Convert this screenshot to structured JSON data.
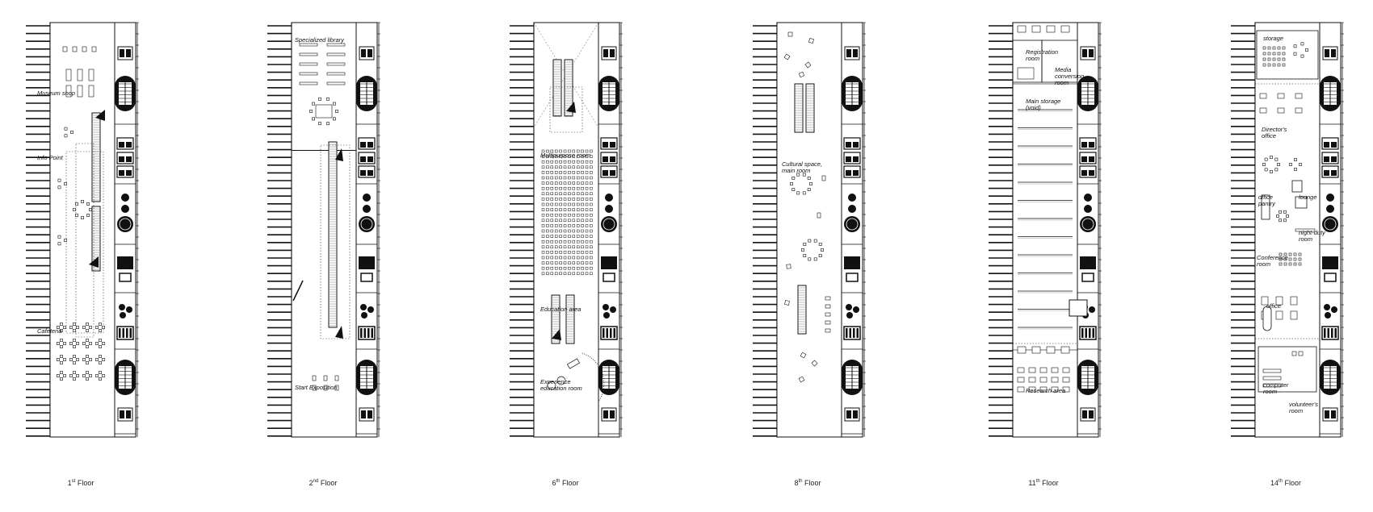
{
  "plans": [
    {
      "floor": "1st Floor",
      "num": "1",
      "suffix": "st",
      "word": "Floor",
      "rooms": [
        {
          "name": "Museum shop"
        },
        {
          "name": "Info Point"
        },
        {
          "name": "Cafeteria"
        }
      ]
    },
    {
      "floor": "2nd Floor",
      "num": "2",
      "suffix": "nd",
      "word": "Floor",
      "rooms": [
        {
          "name": "Specialized library"
        },
        {
          "name": "Start Exposition"
        }
      ]
    },
    {
      "floor": "6th Floor",
      "num": "6",
      "suffix": "th",
      "word": "Floor",
      "rooms": [
        {
          "name": "Multipurpose room"
        },
        {
          "name": "Education area"
        },
        {
          "name": "Experience education room"
        }
      ]
    },
    {
      "floor": "8th Floor",
      "num": "8",
      "suffix": "th",
      "word": "Floor",
      "rooms": [
        {
          "name": "Cultural space, main room"
        }
      ]
    },
    {
      "floor": "11th Floor",
      "num": "11",
      "suffix": "th",
      "word": "Floor",
      "rooms": [
        {
          "name": "Registration room"
        },
        {
          "name": "Media conversion room"
        },
        {
          "name": "Main storage (void)"
        },
        {
          "name": "Research area"
        }
      ]
    },
    {
      "floor": "14th Floor",
      "num": "14",
      "suffix": "th",
      "word": "Floor",
      "rooms": [
        {
          "name": "storage"
        },
        {
          "name": "Director's office"
        },
        {
          "name": "office pantry"
        },
        {
          "name": "lounge"
        },
        {
          "name": "night-duty room"
        },
        {
          "name": "Conference room"
        },
        {
          "name": "office"
        },
        {
          "name": "computer room"
        },
        {
          "name": "volunteer's room"
        }
      ]
    }
  ]
}
